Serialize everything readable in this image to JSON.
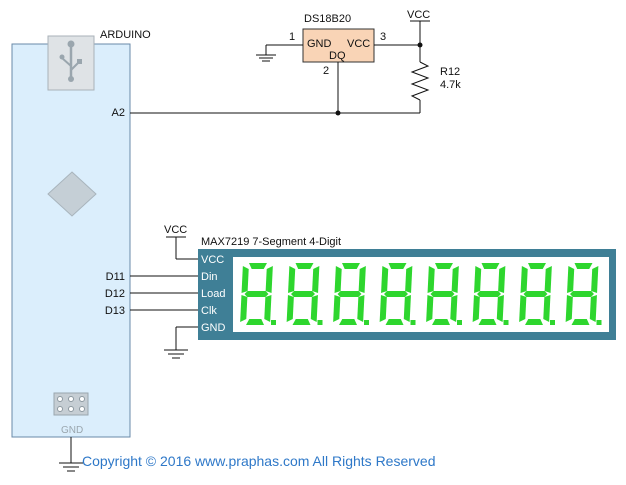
{
  "arduino": {
    "title": "ARDUINO",
    "gnd": "GND",
    "pin_a2": "A2",
    "pin_d11": "D11",
    "pin_d12": "D12",
    "pin_d13": "D13"
  },
  "sensor": {
    "part": "DS18B20",
    "pin_gnd": "GND",
    "pin_vcc": "VCC",
    "pin_dq": "DQ",
    "num1": "1",
    "num2": "2",
    "num3": "3"
  },
  "resistor": {
    "ref": "R12",
    "value": "4.7k"
  },
  "power": {
    "vcc_top": "VCC",
    "vcc_mid": "VCC"
  },
  "display": {
    "title": "MAX7219  7-Segment  4-Digit",
    "pin_vcc": "VCC",
    "pin_din": "Din",
    "pin_load": "Load",
    "pin_clk": "Clk",
    "pin_gnd": "GND",
    "digit_count": 8
  },
  "footer": {
    "copyright": "Copyright © 2016 www.praphas.com  All Rights Reserved"
  },
  "colors": {
    "board": "#dbeefc",
    "board_border": "#6a8aa8",
    "sensor_fill": "#f9d4b6",
    "module": "#3f7f96",
    "segment": "#2ed62e",
    "copyright": "#2e78c8"
  }
}
